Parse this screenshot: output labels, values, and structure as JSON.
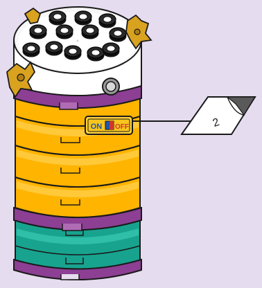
{
  "illustration": {
    "background_color": "#e6dcef",
    "switch_on_label": "ON",
    "switch_off_label": "OFF",
    "sticker_number": "2",
    "colors": {
      "top_stud_plate": "#ffffff",
      "ring_yellow": "#ffb400",
      "ring_purple": "#8c3f93",
      "base_teal": "#18a38f",
      "outline": "#1a1a1a",
      "switch_plate": "#ffd23a",
      "switch_on_blue": "#2455a6",
      "switch_off_red": "#d2352f",
      "clip_gold": "#d9a21f"
    },
    "stud_count": 12
  }
}
